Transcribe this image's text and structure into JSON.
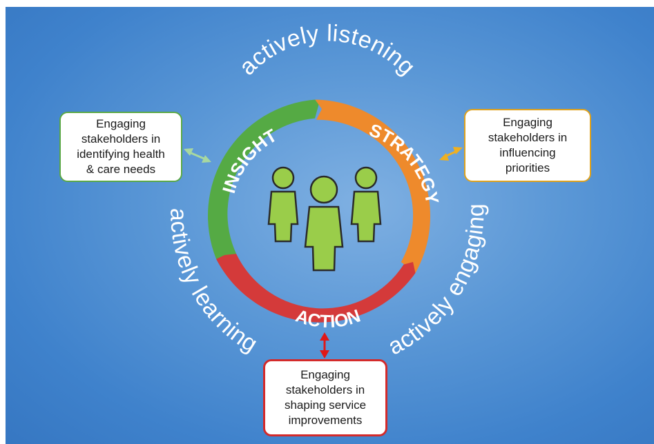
{
  "cycle": {
    "segments": [
      {
        "label": "INSIGHT",
        "color": "#55aa44"
      },
      {
        "label": "STRATEGY",
        "color": "#ee8a2c"
      },
      {
        "label": "ACTION",
        "color": "#d43a3a"
      }
    ]
  },
  "phrases": {
    "top": "actively listening",
    "left": "actively learning",
    "right": "actively engaging"
  },
  "boxes": {
    "insight": {
      "lines": [
        "Engaging",
        "stakeholders in",
        "identifying health",
        "& care needs"
      ],
      "color": "#5aa845"
    },
    "strategy": {
      "lines": [
        "Engaging",
        "stakeholders in",
        "influencing",
        "priorities"
      ],
      "color": "#e0a21c"
    },
    "action": {
      "lines": [
        "Engaging",
        "stakeholders in",
        "shaping service",
        "improvements"
      ],
      "color": "#d42a2a"
    }
  },
  "center_icon": "people-group-icon",
  "connectors": {
    "insight_color": "#a8d8a0",
    "strategy_color": "#f0b020",
    "action_color": "#e01818"
  }
}
